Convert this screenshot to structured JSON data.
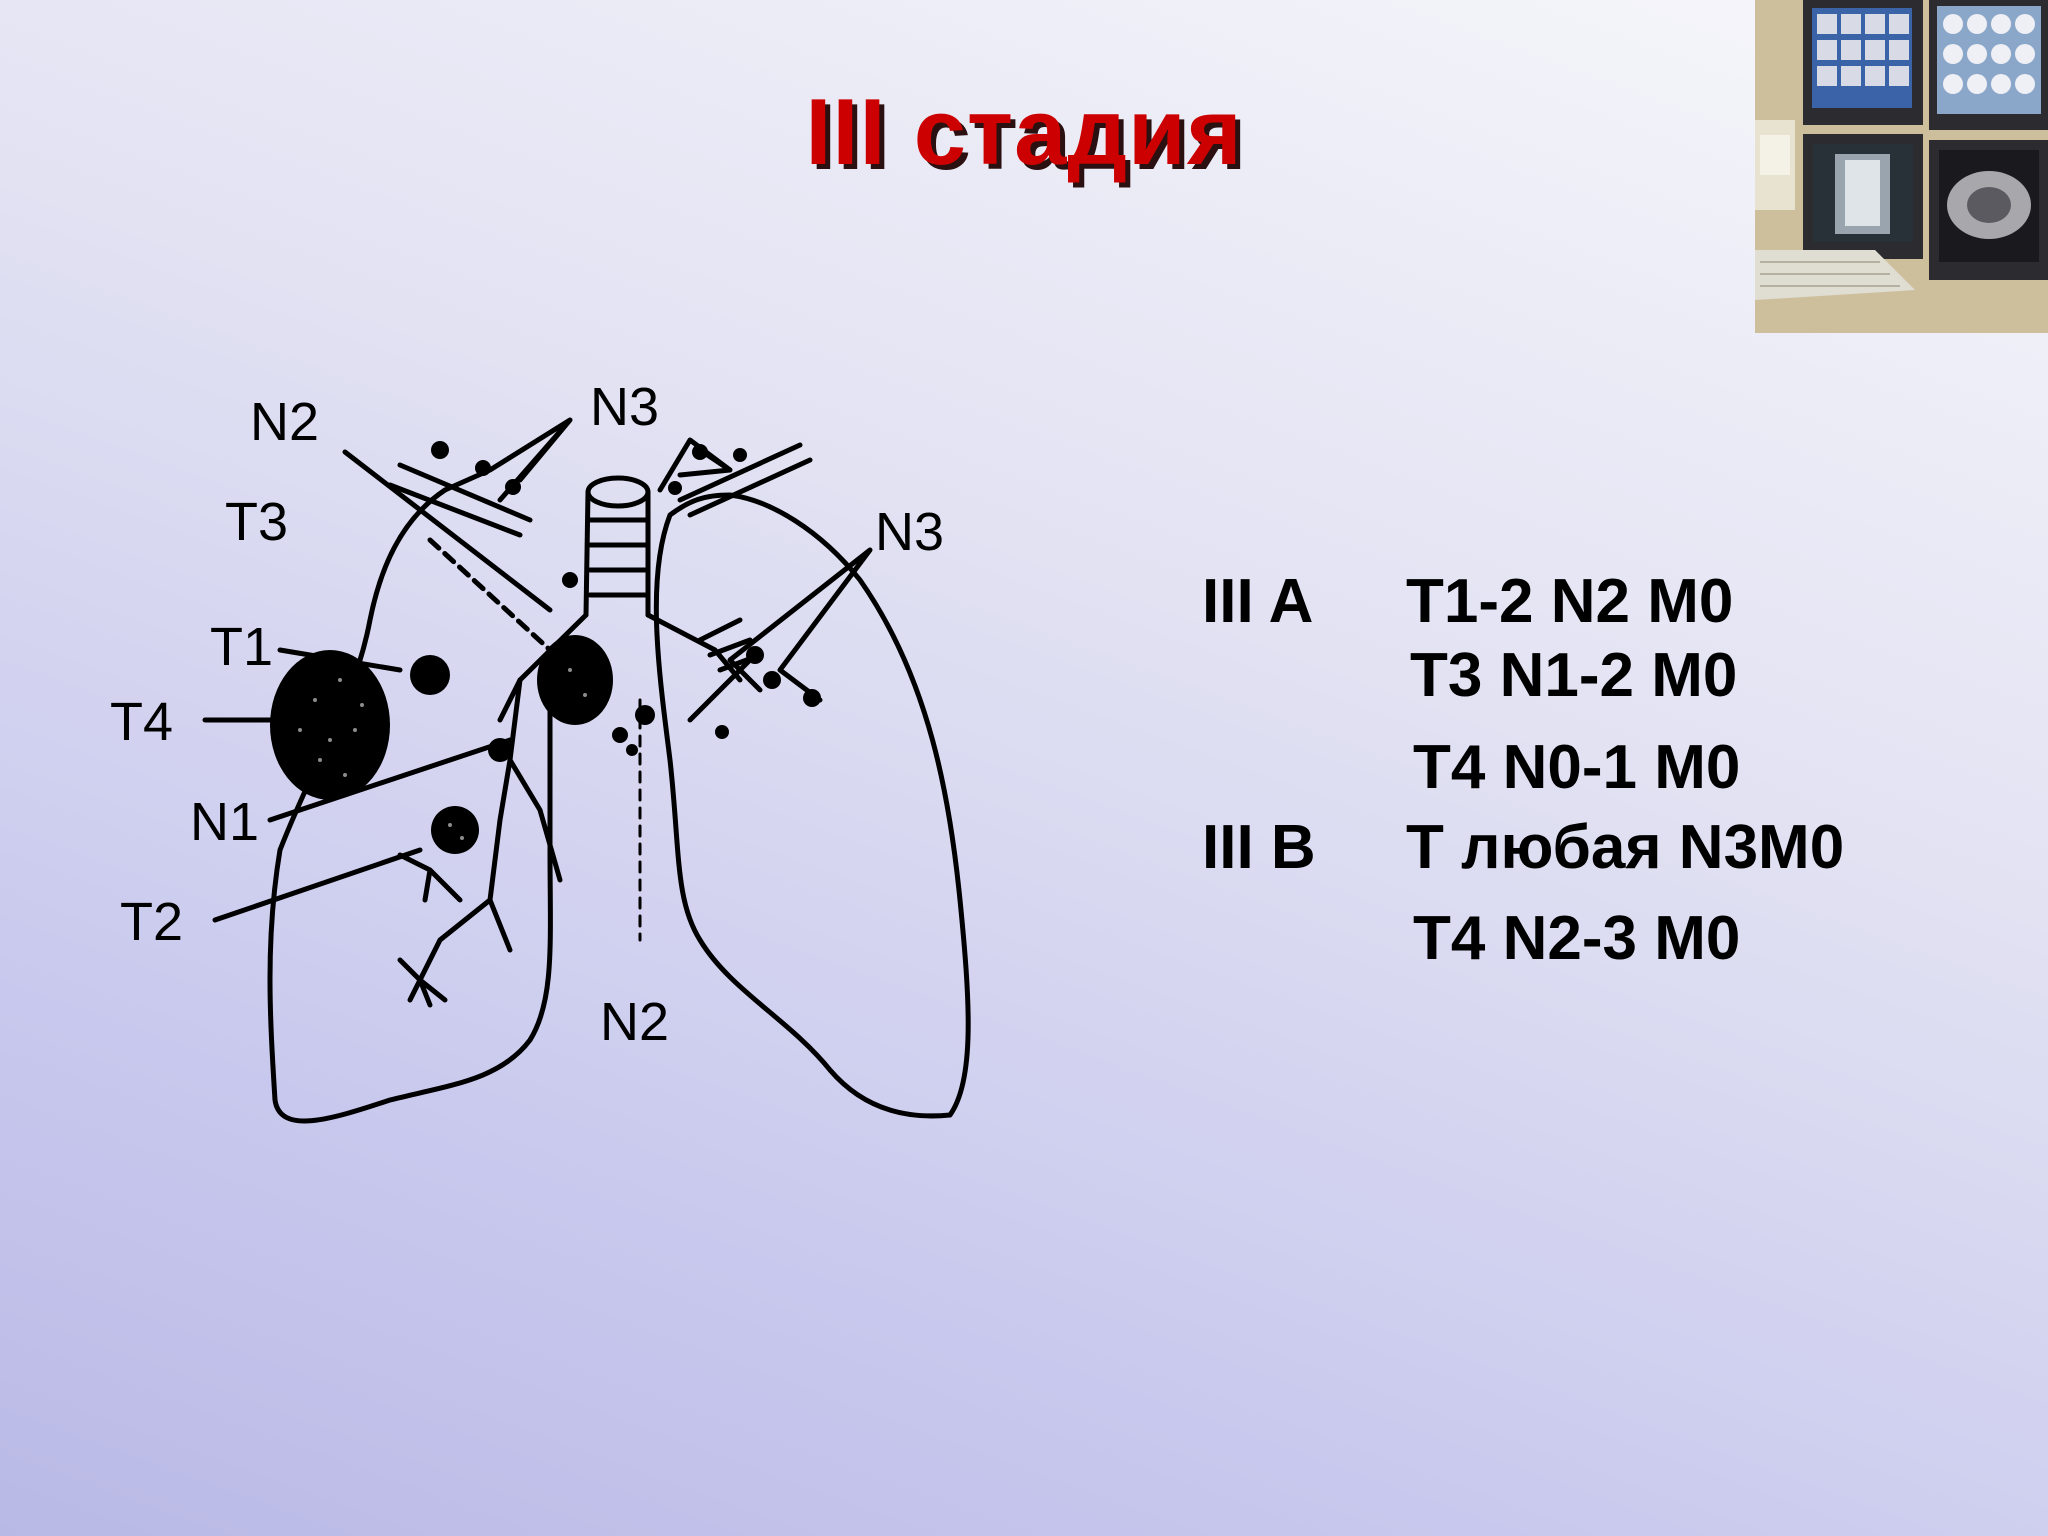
{
  "slide": {
    "title": "III стадия"
  },
  "diagram": {
    "labels": {
      "n2_top": "N2",
      "n3_top": "N3",
      "n3_right": "N3",
      "t3": "T3",
      "t1": "T1",
      "t4": "T4",
      "n1": "N1",
      "t2": "T2",
      "n2_bottom": "N2"
    }
  },
  "stages": {
    "iiia": {
      "label": "III A",
      "lines": [
        "T1-2 N2 M0",
        "T3 N1-2 M0",
        "T4 N0-1 M0"
      ]
    },
    "iiib": {
      "label": "III B",
      "lines": [
        "T любая N3M0",
        "T4 N2-3 M0"
      ]
    }
  },
  "colors": {
    "title": "#cc0000",
    "title_shadow": "#2a1010",
    "text": "#000000"
  }
}
